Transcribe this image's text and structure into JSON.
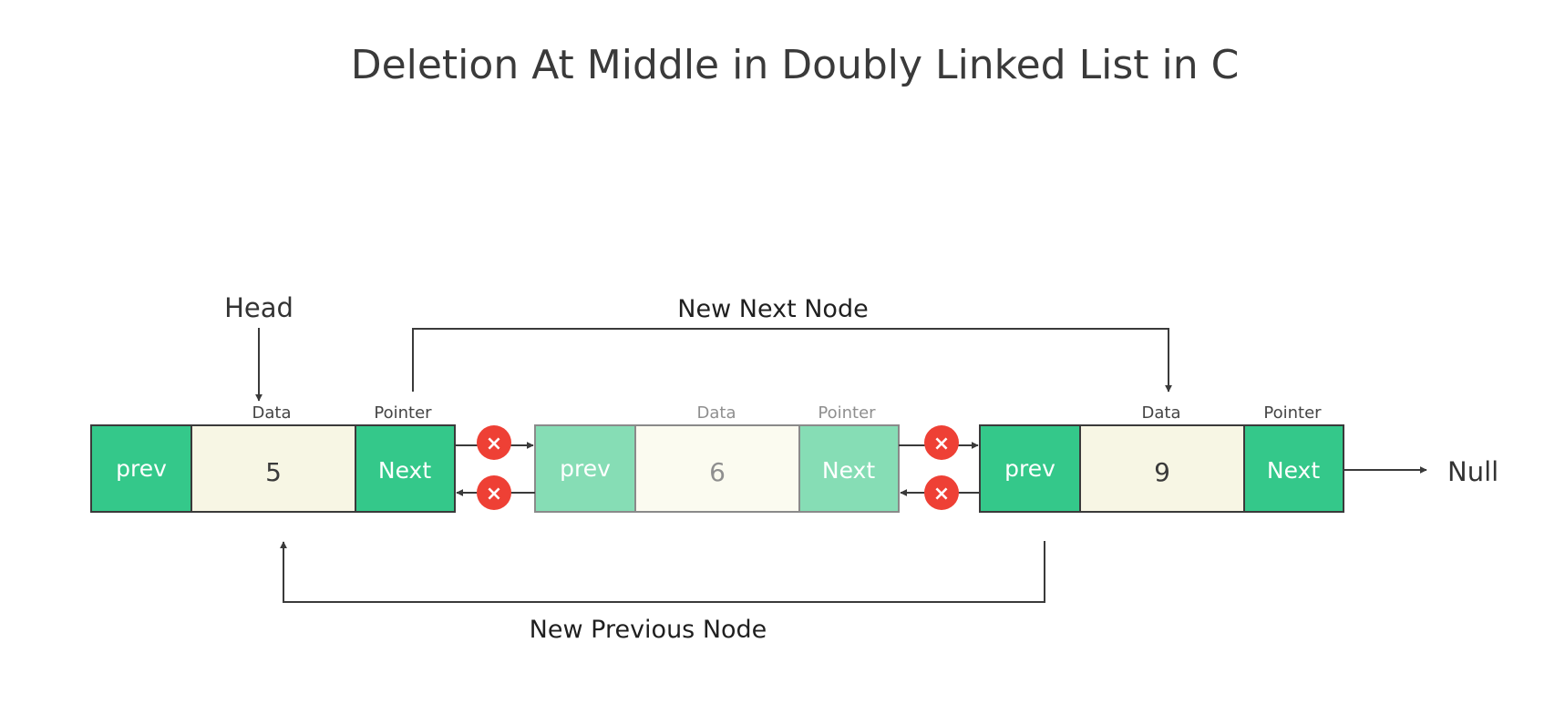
{
  "title": "Deletion At Middle in Doubly Linked List in C",
  "head_label": "Head",
  "null_label": "Null",
  "new_next_label": "New Next Node",
  "new_prev_label": "New Previous Node",
  "nodes": [
    {
      "prev": "prev",
      "data": "5",
      "next": "Next",
      "data_caption": "Data",
      "pointer_caption": "Pointer"
    },
    {
      "prev": "prev",
      "data": "6",
      "next": "Next",
      "data_caption": "Data",
      "pointer_caption": "Pointer",
      "deleted": true
    },
    {
      "prev": "prev",
      "data": "9",
      "next": "Next",
      "data_caption": "Data",
      "pointer_caption": "Pointer"
    }
  ],
  "cut_symbol": "×",
  "colors": {
    "node_green": "#34c88a",
    "node_green_faded": "#86ddb5",
    "data_fill": "#f7f6e4",
    "data_fill_faded": "#fbfbf0",
    "cut_red": "#ee4035",
    "line": "#3a3a3a"
  }
}
